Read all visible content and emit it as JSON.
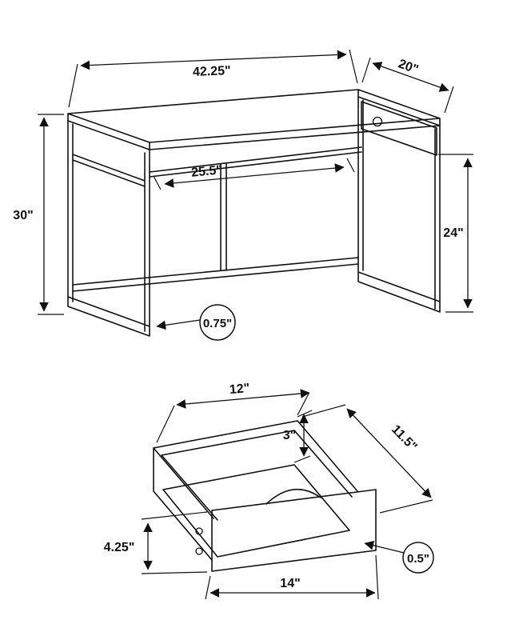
{
  "desk": {
    "width_label": "42.25\"",
    "depth_label": "20\"",
    "height_label": "30\"",
    "opening_width_label": "25.5\"",
    "clearance_height_label": "24\"",
    "frame_thickness_label": "0.75\""
  },
  "drawer": {
    "top_width_label": "12\"",
    "side_height_label": "3\"",
    "depth_label": "11.5\"",
    "front_height_label": "4.25\"",
    "front_width_label": "14\"",
    "panel_thickness_label": "0.5\""
  }
}
